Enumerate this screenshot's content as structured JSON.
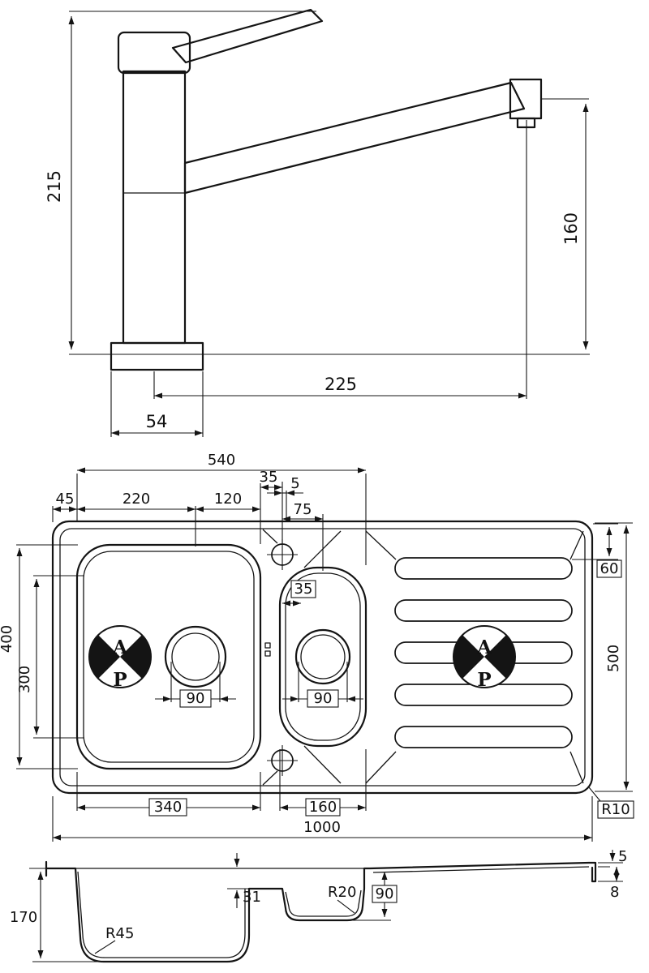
{
  "drawing": {
    "tap": {
      "height": "215",
      "spout_height": "160",
      "reach": "225",
      "base_width": "54"
    },
    "plan": {
      "width_540": "540",
      "offset_35": "35",
      "offset_5": "5",
      "edge_45": "45",
      "center_220": "220",
      "width_120": "120",
      "offset_75": "75",
      "inner_35": "35",
      "drainer_60": "60",
      "depth_400": "400",
      "depth_300": "300",
      "overall_500": "500",
      "waste_left_90": "90",
      "waste_mid_90": "90",
      "bowl_340": "340",
      "halfbowl_160": "160",
      "overall_1000": "1000",
      "corner_r10": "R10"
    },
    "section": {
      "depth_170": "170",
      "step_31": "31",
      "r45": "R45",
      "r20": "R20",
      "halfbowl_90": "90",
      "edge_5": "5",
      "edge_8": "8"
    },
    "logo": {
      "letter_a": "A",
      "letter_p": "P"
    }
  }
}
